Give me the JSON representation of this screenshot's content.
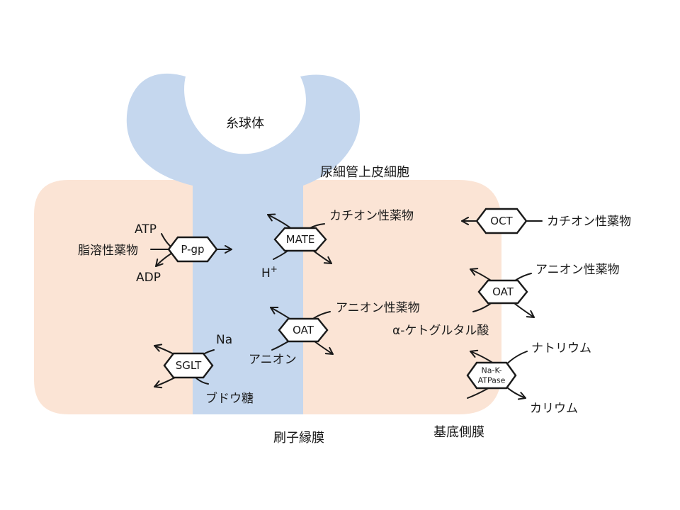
{
  "regions": {
    "glomerulus": "糸球体",
    "tubular_cell": "尿細管上皮細胞",
    "brush_border": "刷子縁膜",
    "basolateral": "基底側膜"
  },
  "transporters": {
    "pgp": "P-gp",
    "mate": "MATE",
    "oat_apical": "OAT",
    "sglt": "SGLT",
    "oct": "OCT",
    "oat_baso": "OAT",
    "nak_line1": "Na-K-",
    "nak_line2": "ATPase"
  },
  "substrates": {
    "atp": "ATP",
    "adp": "ADP",
    "lipophilic": "脂溶性薬物",
    "cation_drug_mate": "カチオン性薬物",
    "h_plus": "H",
    "h_plus_sup": "+",
    "anion_drug_apical": "アニオン性薬物",
    "anion": "アニオン",
    "na": "Na",
    "glucose": "ブドウ糖",
    "cation_drug_oct": "カチオン性薬物",
    "anion_drug_baso": "アニオン性薬物",
    "akg": "α-ケトグルタル酸",
    "sodium": "ナトリウム",
    "potassium": "カリウム"
  },
  "colors": {
    "cell_fill": "#fbe4d5",
    "lumen_fill": "#c5d7ee",
    "outline": "#1a1a1a"
  }
}
